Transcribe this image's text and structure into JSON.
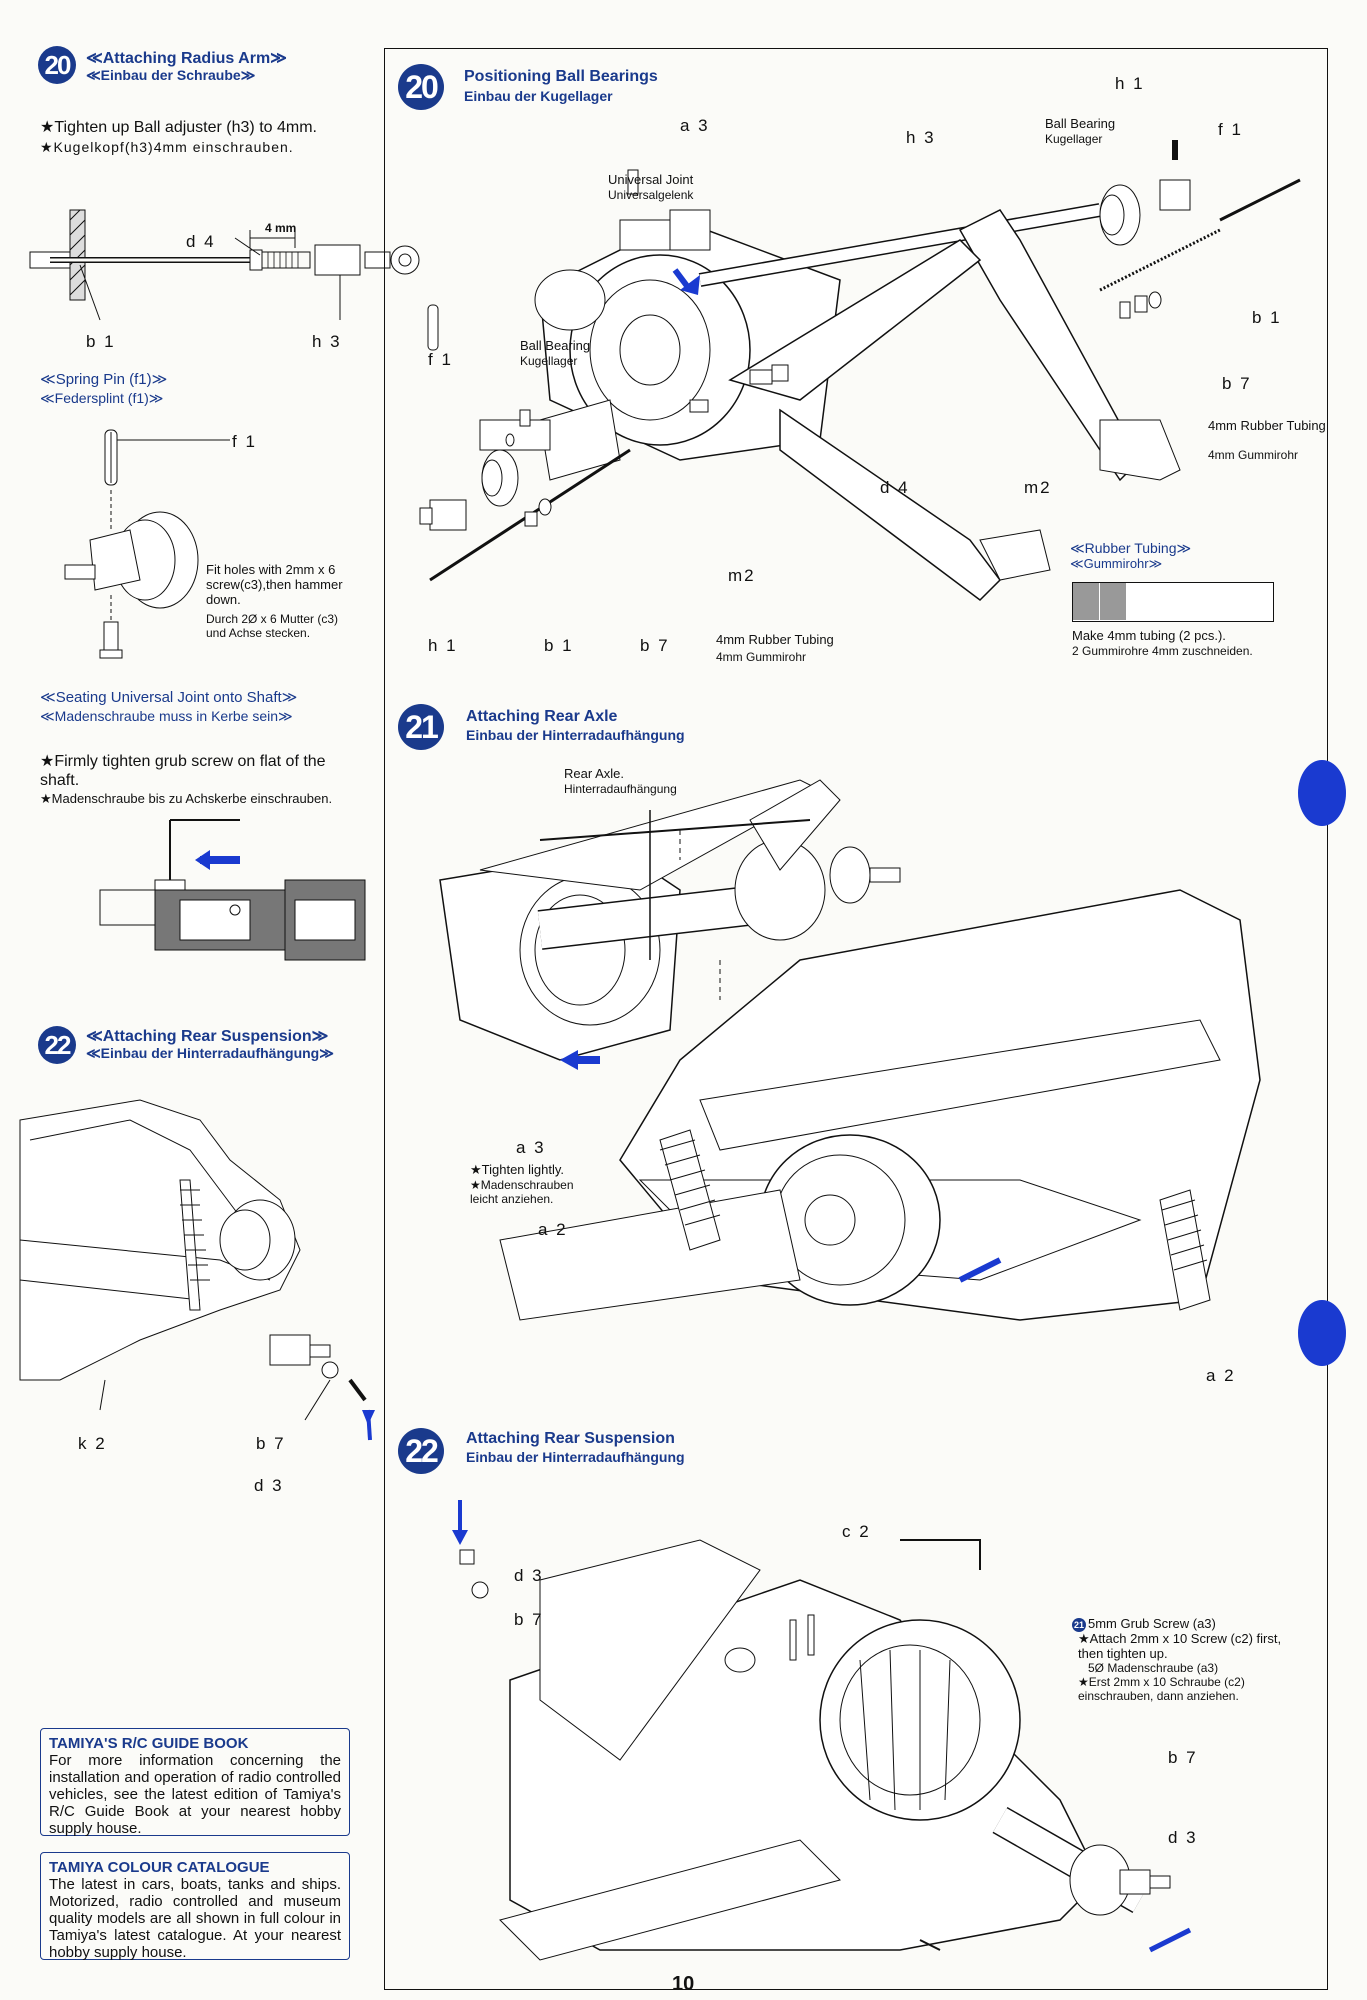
{
  "left": {
    "step20": {
      "number": "20",
      "title_en": "≪Attaching Radius Arm≫",
      "title_de": "≪Einbau der Schraube≫",
      "instr_en": "★Tighten up Ball adjuster (h3) to 4mm.",
      "instr_de": "★Kugelkopf(h3)4mm einschrauben.",
      "dimension": "4 mm",
      "labels": {
        "d4": "d 4",
        "b1": "b 1",
        "h3": "h 3"
      }
    },
    "spring_pin": {
      "title_en": "≪Spring Pin (f1)≫",
      "title_de": "≪Federsplint (f1)≫",
      "label_f1": "f 1",
      "note_en": "Fit holes with 2mm x 6 screw(c3),then hammer down.",
      "note_de": "Durch 2Ø x 6 Mutter (c3) und Achse stecken."
    },
    "seating": {
      "title_en": "≪Seating Universal Joint onto Shaft≫",
      "title_de": "≪Madenschraube muss in Kerbe sein≫",
      "instr_en": "★Firmly tighten grub screw on flat of the shaft.",
      "instr_de": "★Madenschraube bis zu Achskerbe einschrauben."
    },
    "step22": {
      "number": "22",
      "title_en": "≪Attaching Rear Suspension≫",
      "title_de": "≪Einbau der Hinterradaufhängung≫",
      "labels": {
        "k2": "k 2",
        "b7": "b 7",
        "d3": "d 3"
      }
    },
    "guide_book": {
      "title": "TAMIYA'S R/C GUIDE BOOK",
      "body": "For more information concerning the installation and operation of radio controlled vehicles, see the latest edition of Tamiya's R/C Guide Book at your nearest hobby supply house."
    },
    "catalogue": {
      "title": "TAMIYA COLOUR CATALOGUE",
      "body": "The latest in cars, boats, tanks and ships. Motorized, radio controlled and museum quality models are all shown in full colour in Tamiya's latest catalogue. At your nearest hobby supply house."
    }
  },
  "right": {
    "step20": {
      "number": "20",
      "title_en": "Positioning Ball Bearings",
      "title_de": "Einbau der Kugellager",
      "labels": {
        "a3": "a 3",
        "h1": "h 1",
        "f1_top": "f 1",
        "h3": "h 3",
        "b1_right": "b 1",
        "b7_right": "b 7",
        "f1_left": "f 1",
        "h1_left": "h 1",
        "b1_bottom": "b 1",
        "b7_bottom": "b 7",
        "m2": "m2",
        "m2_mid": "m2",
        "d4": "d 4"
      },
      "ball_bearing_en": "Ball Bearing",
      "ball_bearing_de": "Kugellager",
      "universal_joint_en": "Universal Joint",
      "universal_joint_de": "Universalgelenk",
      "rubber_tubing_en": "4mm Rubber Tubing",
      "rubber_tubing_de": "4mm Gummirohr",
      "rubber_tubing_box": {
        "title_en": "≪Rubber Tubing≫",
        "title_de": "≪Gummirohr≫",
        "caption_en": "Make 4mm tubing (2 pcs.).",
        "caption_de": "2 Gummirohre 4mm zuschneiden."
      }
    },
    "step21": {
      "number": "21",
      "title_en": "Attaching Rear Axle",
      "title_de": "Einbau der Hinterradaufhängung",
      "rear_axle_en": "Rear Axle.",
      "rear_axle_de": "Hinterradaufhängung",
      "label_a3": "a 3",
      "label_a2": "a 2",
      "label_a2_right": "a 2",
      "tighten_en": "★Tighten lightly.",
      "tighten_de": "★Madenschrauben leicht anziehen."
    },
    "step22": {
      "number": "22",
      "title_en": "Attaching Rear Suspension",
      "title_de": "Einbau der Hinterradaufhängung",
      "labels": {
        "c2": "c 2",
        "d3_left": "d 3",
        "b7_left": "b 7",
        "b7_right": "b 7",
        "d3_right": "d 3"
      },
      "note_num": "21",
      "note_en_1": "5mm Grub Screw (a3)",
      "note_en_2": "★Attach 2mm x 10 Screw (c2) first, then tighten up.",
      "note_de_1": "5Ø Madenschraube (a3)",
      "note_de_2": "★Erst 2mm x 10 Schraube (c2) einschrauben, dann anziehen."
    }
  },
  "page_number": "10",
  "colors": {
    "accent": "#1a3a8c",
    "marker": "#1a3ad0"
  }
}
